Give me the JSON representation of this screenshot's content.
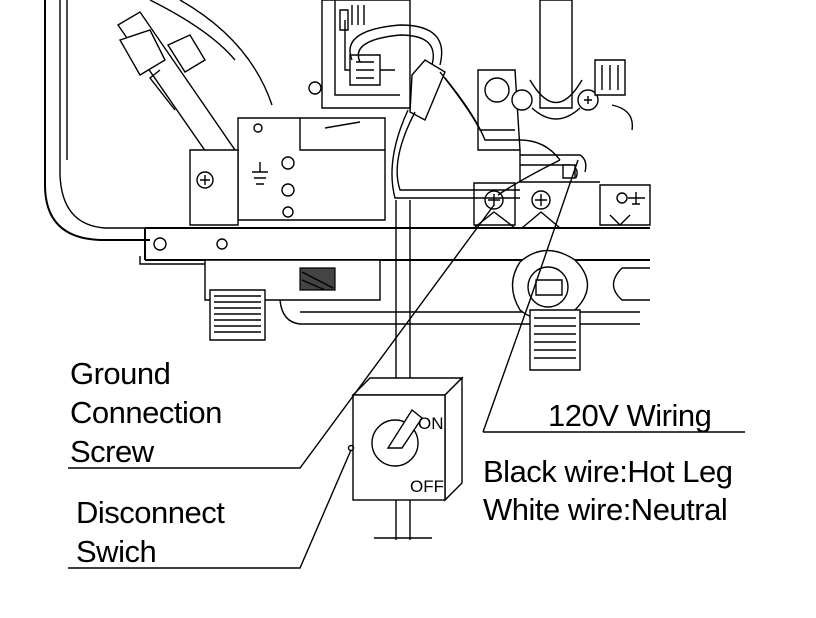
{
  "labels": {
    "ground_line1": "Ground",
    "ground_line2": "Connection",
    "ground_line3": "Screw",
    "disconnect_line1": "Disconnect",
    "disconnect_line2": "Swich",
    "wiring_title": "120V Wiring",
    "black_wire": "Black wire:Hot Leg",
    "white_wire": "White wire:Neutral"
  },
  "switch": {
    "on_label": "ON",
    "off_label": "OFF"
  },
  "colors": {
    "line": "#000000",
    "background": "#ffffff"
  }
}
